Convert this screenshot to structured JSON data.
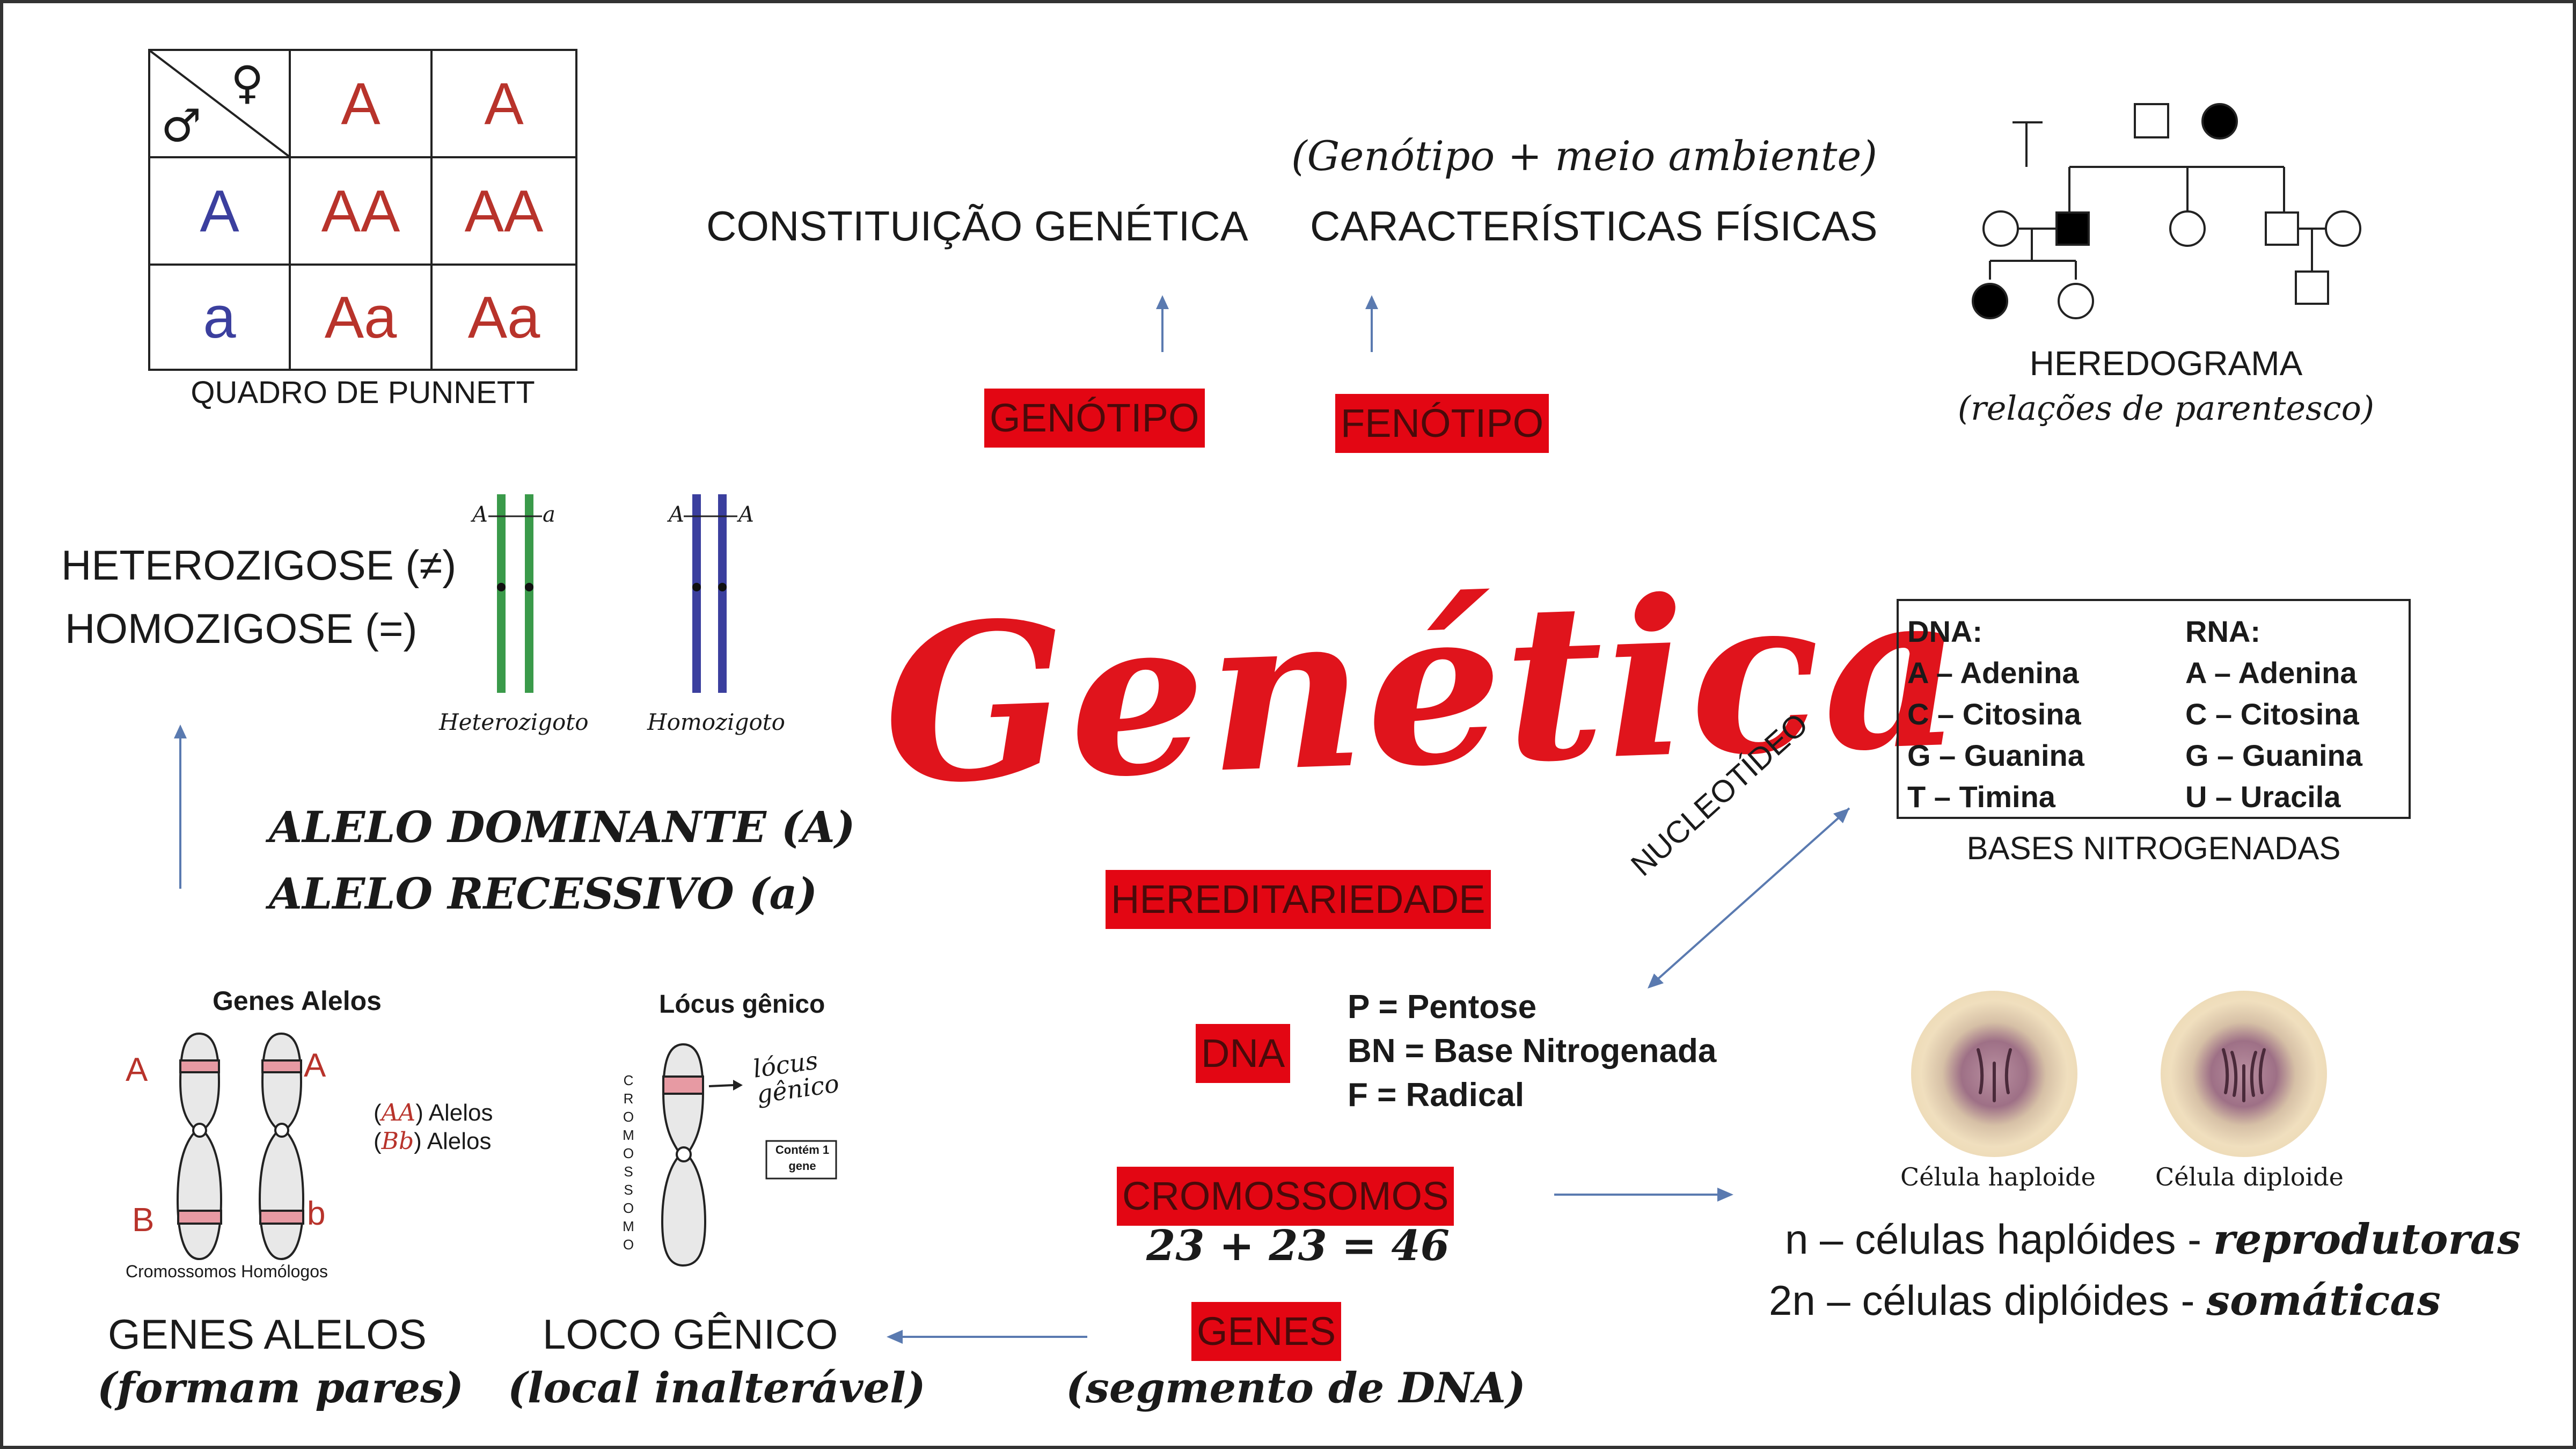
{
  "title": "Genética",
  "punnett": {
    "caption": "QUADRO DE PUNNETT",
    "female_symbol": "♀",
    "male_symbol": "♂",
    "col_headers": [
      "A",
      "A"
    ],
    "row_headers": [
      "A",
      "a"
    ],
    "cells": [
      [
        "AA",
        "AA"
      ],
      [
        "Aa",
        "Aa"
      ]
    ]
  },
  "genotype": {
    "env_note": "(Genótipo + meio ambiente)",
    "constituicao": "CONSTITUIÇÃO GENÉTICA",
    "caracteristicas": "CARACTERÍSTICAS FÍSICAS",
    "genotipo": "GENÓTIPO",
    "fenotipo": "FENÓTIPO"
  },
  "heredograma": {
    "label": "HEREDOGRAMA",
    "note": "(relações de parentesco)"
  },
  "zygosity": {
    "hetero": "HETEROZIGOSE (≠)",
    "homo": "HOMOZIGOSE (=)",
    "hetero_caption": "Heterozigoto",
    "homo_caption": "Homozigoto",
    "hetero_alleles": [
      "A",
      "a"
    ],
    "homo_alleles": [
      "A",
      "A"
    ],
    "dominant": "ALELO DOMINANTE (A)",
    "recessive": "ALELO RECESSIVO (a)"
  },
  "bases": {
    "dna_header": "DNA:",
    "rna_header": "RNA:",
    "dna": [
      "A – Adenina",
      "C – Citosina",
      "G – Guanina",
      "T – Timina"
    ],
    "rna": [
      "A – Adenina",
      "C – Citosina",
      "G – Guanina",
      "U – Uracila"
    ],
    "caption": "BASES NITROGENADAS",
    "nucleotideo": "NUCLEOTÍDEO"
  },
  "center": {
    "hereditariedade": "HEREDITARIEDADE",
    "dna": "DNA",
    "dna_parts": [
      "P = Pentose",
      "BN = Base Nitrogenada",
      "F = Radical"
    ],
    "cromossomos": "CROMOSSOMOS",
    "count": "23 + 23 = 46",
    "genes": "GENES",
    "genes_note": "(segmento de DNA)"
  },
  "alleles_figure": {
    "title": "Genes Alelos",
    "left_letters": [
      "A",
      "B"
    ],
    "right_letters": [
      "A",
      "b"
    ],
    "legend_aa_open": "(",
    "legend_aa_letters": "AA",
    "legend_aa_close": ") Alelos",
    "legend_bb_open": "(",
    "legend_bb_letters": "Bb",
    "legend_bb_close": ") Alelos",
    "caption": "Cromossomos Homólogos",
    "label": "GENES ALELOS",
    "note": "(formam pares)"
  },
  "locus_figure": {
    "title": "Lócus gênico",
    "vertical_word": "CROMOSSOMO",
    "handwritten": "lócus gênico",
    "box_text": "Contém 1 gene",
    "label": "LOCO GÊNICO",
    "note": "(local inalterável)"
  },
  "cells": {
    "haploid_caption": "Célula haploide",
    "diploid_caption": "Célula diploide",
    "line1_prefix": "n – células haplóides - ",
    "line1_emph": "reprodutoras",
    "line2_prefix": "2n – células diplóides - ",
    "line2_emph": "somáticas"
  },
  "colors": {
    "red_box": "#e30613",
    "title_red": "#e0141c",
    "allele_red": "#b8332b",
    "allele_blue": "#3b3f9e",
    "chromosome_green": "#3a9a4a",
    "chromosome_blue": "#3b3f9e",
    "arrow_blue": "#5a7ab0"
  }
}
